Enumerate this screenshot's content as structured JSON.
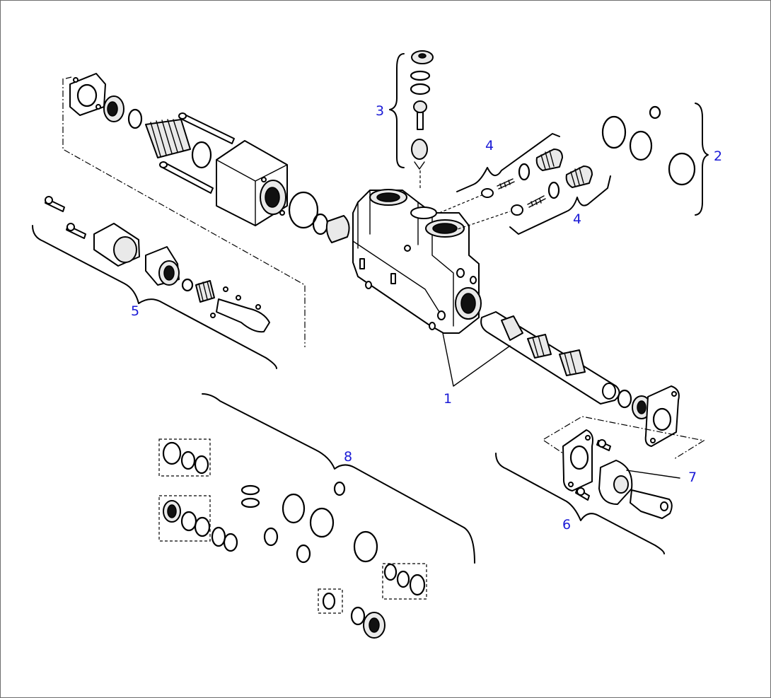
{
  "callouts": [
    {
      "id": "c1",
      "text": "1"
    },
    {
      "id": "c2",
      "text": "2"
    },
    {
      "id": "c3",
      "text": "3"
    },
    {
      "id": "c4a",
      "text": "4"
    },
    {
      "id": "c4b",
      "text": "4"
    },
    {
      "id": "c5",
      "text": "5"
    },
    {
      "id": "c6",
      "text": "6"
    },
    {
      "id": "c7",
      "text": "7"
    },
    {
      "id": "c8",
      "text": "8"
    }
  ],
  "colors": {
    "callout_text": "#1a1ad6",
    "line_art": "#000000",
    "background": "#ffffff",
    "frame_border": "#6e6e6e"
  }
}
